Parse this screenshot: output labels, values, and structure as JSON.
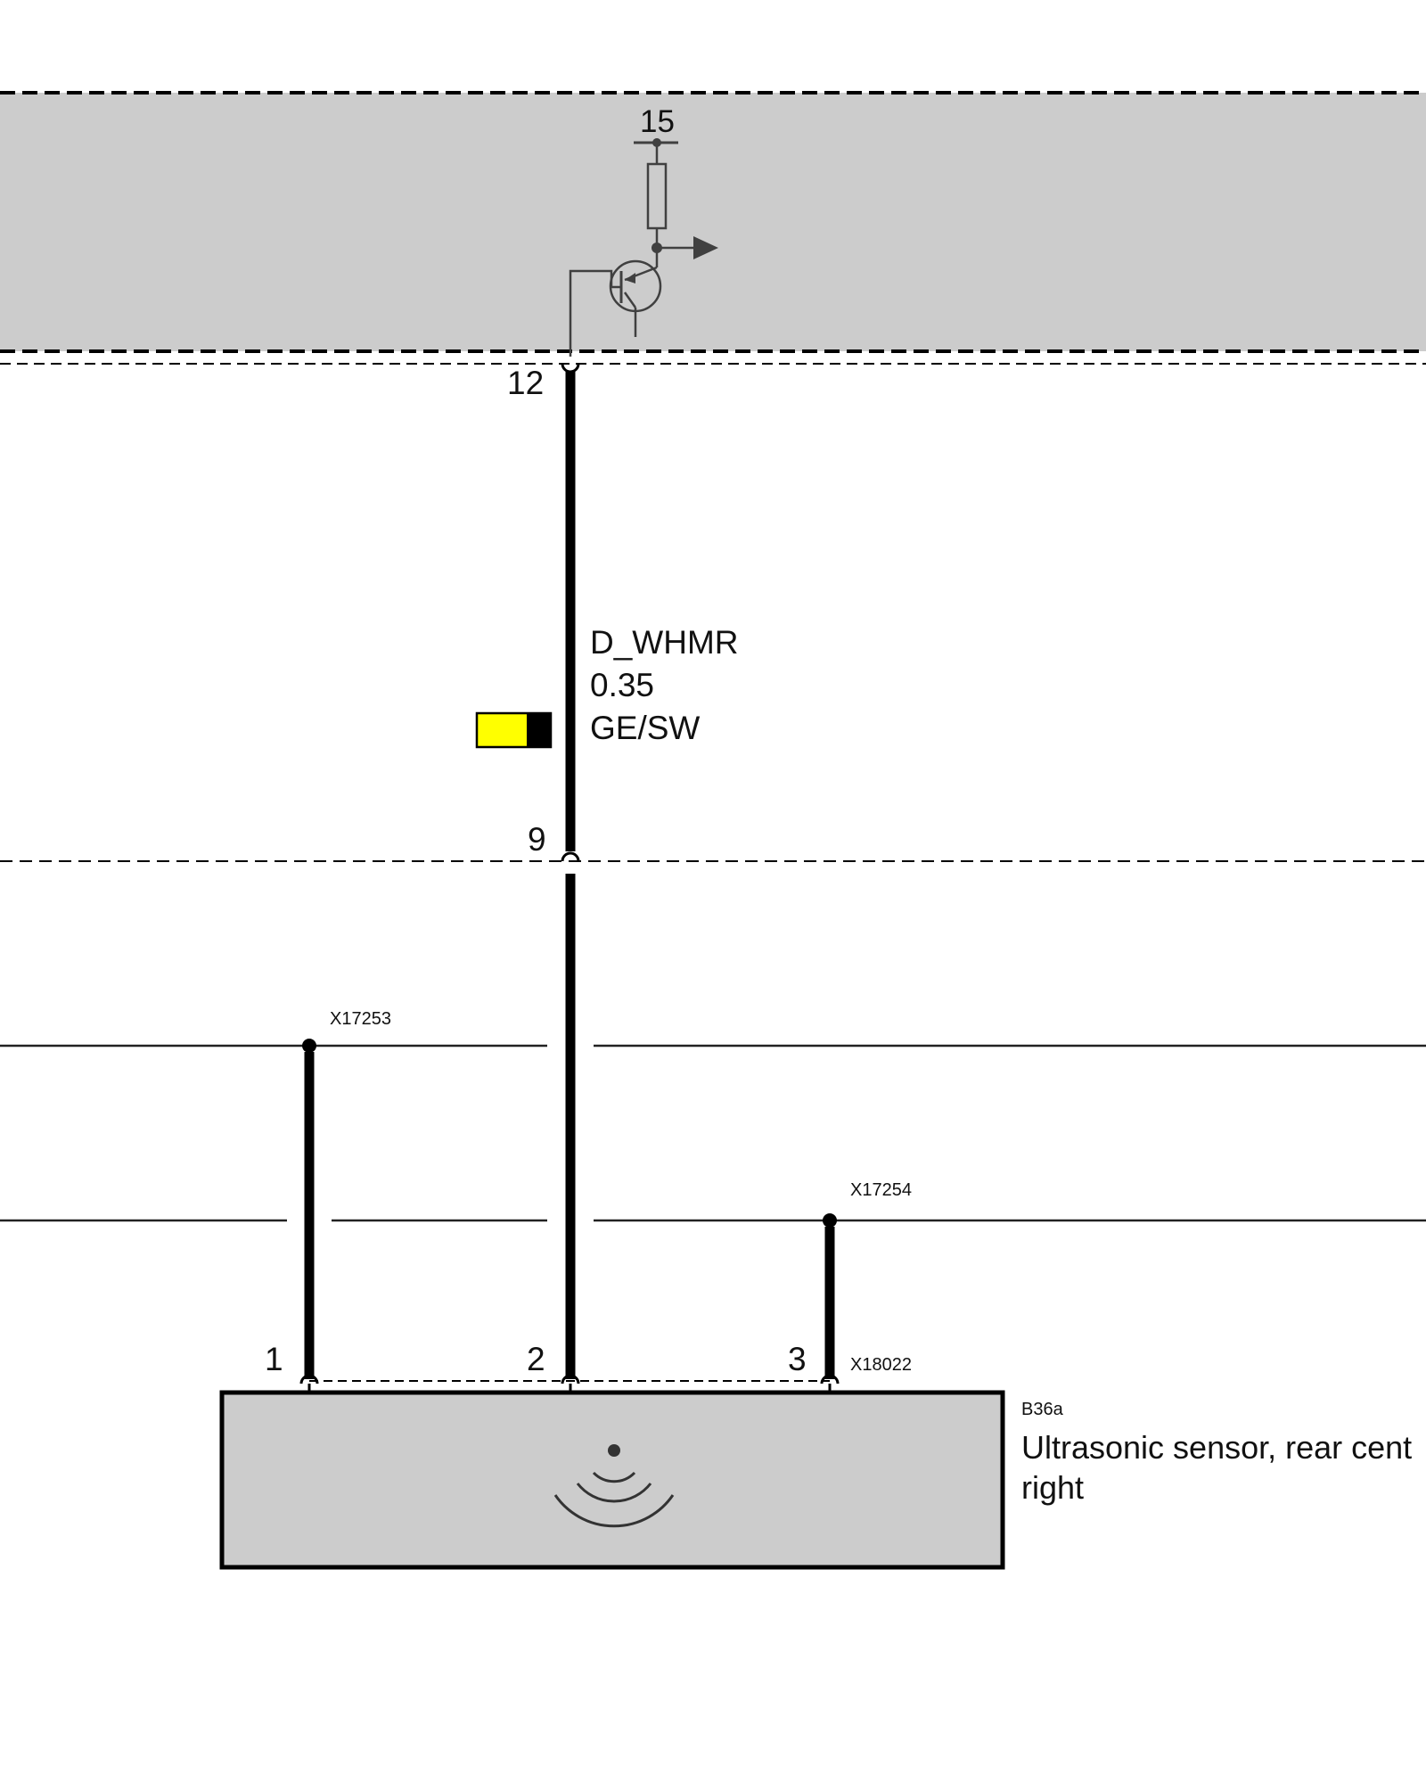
{
  "colors": {
    "module_fill": "#cccccc",
    "wire": "#000000",
    "thin_wire": "#222222",
    "symbol_stroke": "#404040",
    "wire_color_yellow": "#ffff00",
    "wire_color_black": "#000000"
  },
  "control_unit": {
    "supply_terminal": "15",
    "output_pin": "12",
    "icons": [
      "resistor-icon",
      "transistor-icon",
      "output-arrow-icon"
    ]
  },
  "wire": {
    "signal_name": "D_WHMR",
    "cross_section": "0.35",
    "color_code": "GE/SW",
    "color_swatch": [
      "yellow",
      "black"
    ]
  },
  "connector_pin": "9",
  "splices": [
    {
      "id": "X17253"
    },
    {
      "id": "X17254"
    }
  ],
  "sensor": {
    "connector": "X18022",
    "pins": [
      "1",
      "2",
      "3"
    ],
    "component_code": "B36a",
    "name_line1": "Ultrasonic sensor, rear cent",
    "name_line2": "right",
    "icon": "ultrasonic-waves-icon"
  }
}
